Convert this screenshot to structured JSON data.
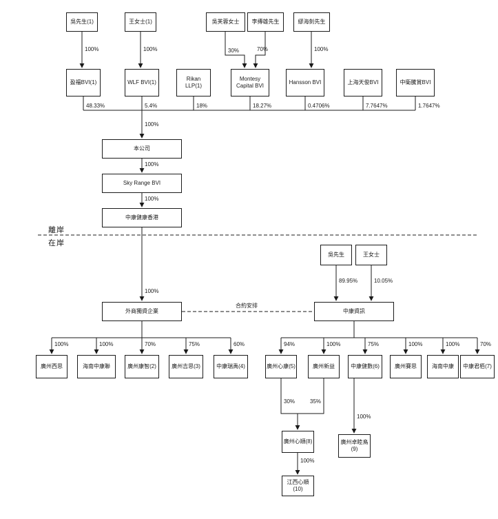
{
  "page": {
    "zones": {
      "offshore": "離岸",
      "onshore": "在岸"
    },
    "labels": {
      "contractual_arrangement": "合約安排"
    },
    "top_shareholders": [
      {
        "name": "吳先生(1)",
        "pct": "100%"
      },
      {
        "name": "王女士(1)",
        "pct": "100%"
      },
      {
        "name": "吳芙蓉女士",
        "pct": "30%"
      },
      {
        "name": "李摶雄先生",
        "pct": "70%"
      },
      {
        "name": "繆海釗先生",
        "pct": "100%"
      }
    ],
    "holding_entities": [
      {
        "name": "盈福BVI(1)",
        "pct": "48.33%"
      },
      {
        "name": "WLF BVI(1)",
        "pct": "5.4%"
      },
      {
        "name": "Rikan LLP(1)",
        "pct": "18%"
      },
      {
        "name": "Montesy Capital BVI",
        "pct": "18.27%"
      },
      {
        "name": "Hansson BVI",
        "pct": "0.4706%"
      },
      {
        "name": "上海天俊BVI",
        "pct": "7.7647%"
      },
      {
        "name": "中衛騰賞BVI",
        "pct": "1.7647%"
      }
    ],
    "chain": {
      "company": {
        "name": "本公司",
        "pct": "100%"
      },
      "sky_range": {
        "name": "Sky Range BVI",
        "pct": "100%"
      },
      "zk_health_hk": {
        "name": "中康健康香港",
        "pct": "100%"
      },
      "wfoe": {
        "name": "外商獨資企業",
        "pct": "100%"
      }
    },
    "registered_shareholders": [
      {
        "name": "吳先生",
        "pct": "89.95%"
      },
      {
        "name": "王女士",
        "pct": "10.05%"
      }
    ],
    "zk_info": {
      "name": "中康資訊"
    },
    "wfoe_subsidiaries": [
      {
        "name": "廣州西思",
        "pct": "100%"
      },
      {
        "name": "海南中康聯",
        "pct": "100%"
      },
      {
        "name": "廣州康智(2)",
        "pct": "70%"
      },
      {
        "name": "廣州吉思(3)",
        "pct": "75%"
      },
      {
        "name": "中康瑞禹(4)",
        "pct": "60%"
      }
    ],
    "zk_info_subsidiaries": [
      {
        "name": "廣州心康(5)",
        "pct": "94%"
      },
      {
        "name": "廣州新益",
        "pct": "100%"
      },
      {
        "name": "中康健數(6)",
        "pct": "75%"
      },
      {
        "name": "廣州賽思",
        "pct": "100%"
      },
      {
        "name": "海南中康",
        "pct": "100%"
      },
      {
        "name": "中康君栢(7)",
        "pct": "70%"
      }
    ],
    "level3": {
      "gz_xinshun": {
        "name": "廣州心順(8)",
        "pct_left": "30%",
        "pct_right": "35%"
      },
      "gz_zhuomuniao": {
        "name": "廣州卓睦鳥(9)",
        "pct": "100%"
      },
      "jx_xinshun": {
        "name": "江西心順(10)",
        "pct": "100%"
      }
    }
  }
}
